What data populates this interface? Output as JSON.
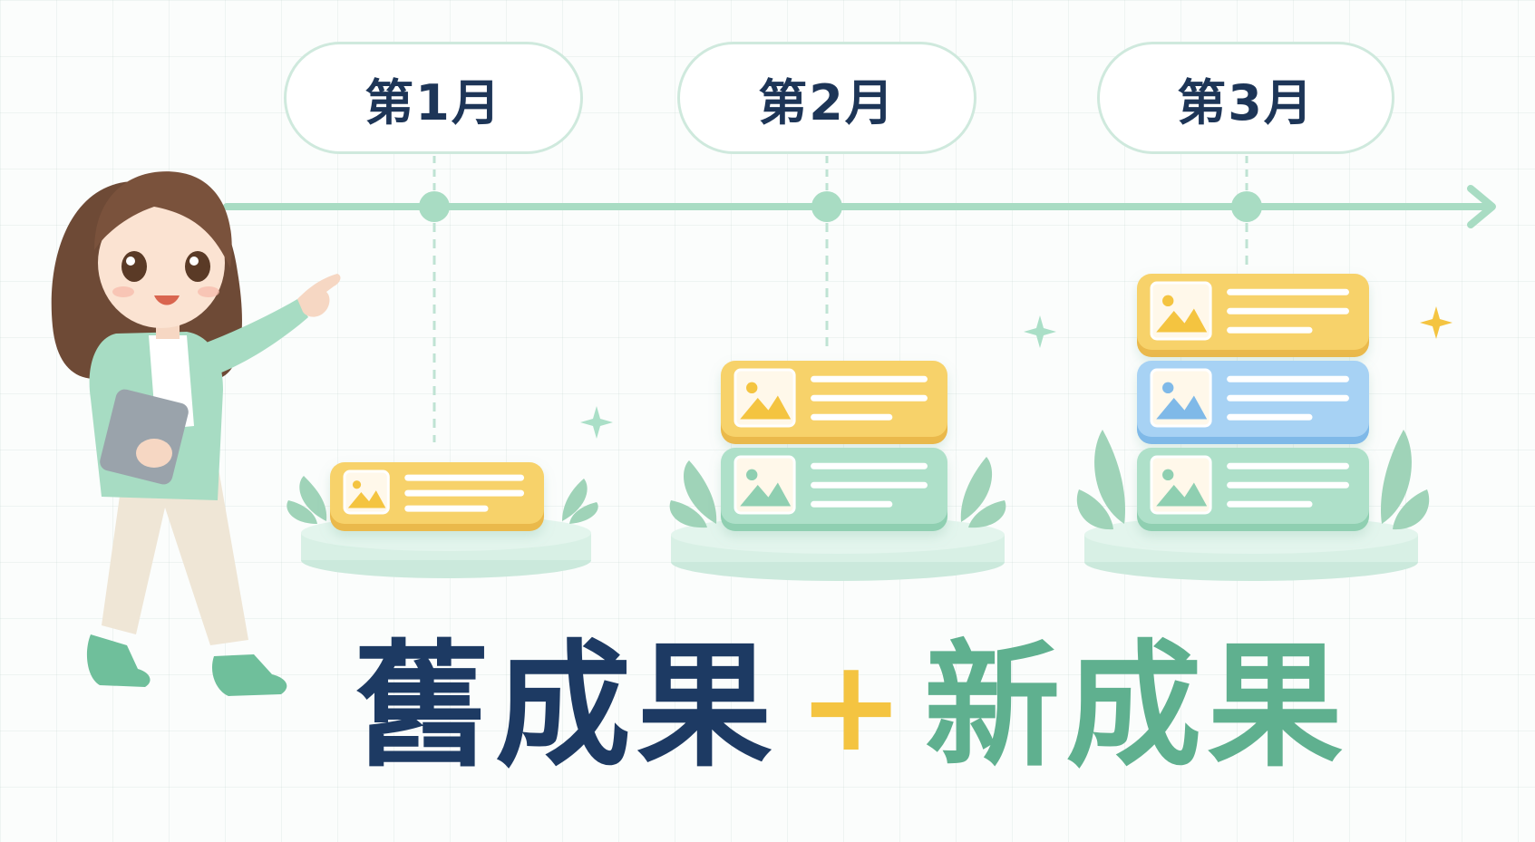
{
  "months": [
    {
      "label": "第1月",
      "cards": [
        "yellow"
      ]
    },
    {
      "label": "第2月",
      "cards": [
        "yellow",
        "green"
      ]
    },
    {
      "label": "第3月",
      "cards": [
        "yellow",
        "blue",
        "green"
      ]
    }
  ],
  "headline": {
    "old": "舊成果",
    "plus": "+",
    "new": "新成果"
  },
  "colors": {
    "timeline": "#a8dcc3",
    "yellow": "#f7d26a",
    "green": "#aee0c9",
    "blue": "#9fcdf2",
    "navy": "#1d3a63",
    "accent_green": "#5fb08f",
    "accent_yellow": "#f4c441"
  }
}
